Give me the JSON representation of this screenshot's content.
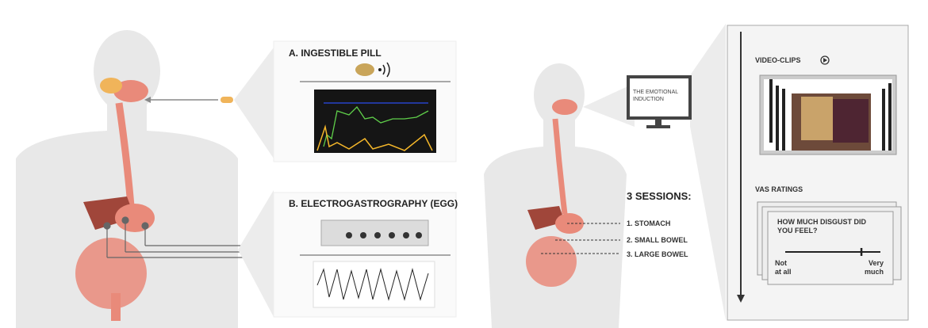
{
  "panel_a": {
    "title": "A. INGESTIBLE PILL"
  },
  "panel_b": {
    "title": "B. ELECTROGASTROGRAPHY (EGG)"
  },
  "monitor": {
    "text_line1": "THE EMOTIONAL",
    "text_line2": "INDUCTION"
  },
  "sessions": {
    "title": "3 SESSIONS:",
    "items": [
      "1. STOMACH",
      "2. SMALL BOWEL",
      "3. LARGE BOWEL"
    ]
  },
  "procedure": {
    "video_label": "VIDEO-CLIPS",
    "vas_label": "VAS RATINGS",
    "vas_question_line1": "HOW MUCH DISGUST DID",
    "vas_question_line2": "YOU FEEL?",
    "vas_min_line1": "Not",
    "vas_min_line2": "at all",
    "vas_max_line1": "Very",
    "vas_max_line2": "much",
    "vas_marker_fraction": 0.79
  },
  "colors": {
    "body": "#e9e9e9",
    "organ": "#e98a7a",
    "liver": "#a0463a",
    "panel_bg": "#f2f2f2"
  }
}
